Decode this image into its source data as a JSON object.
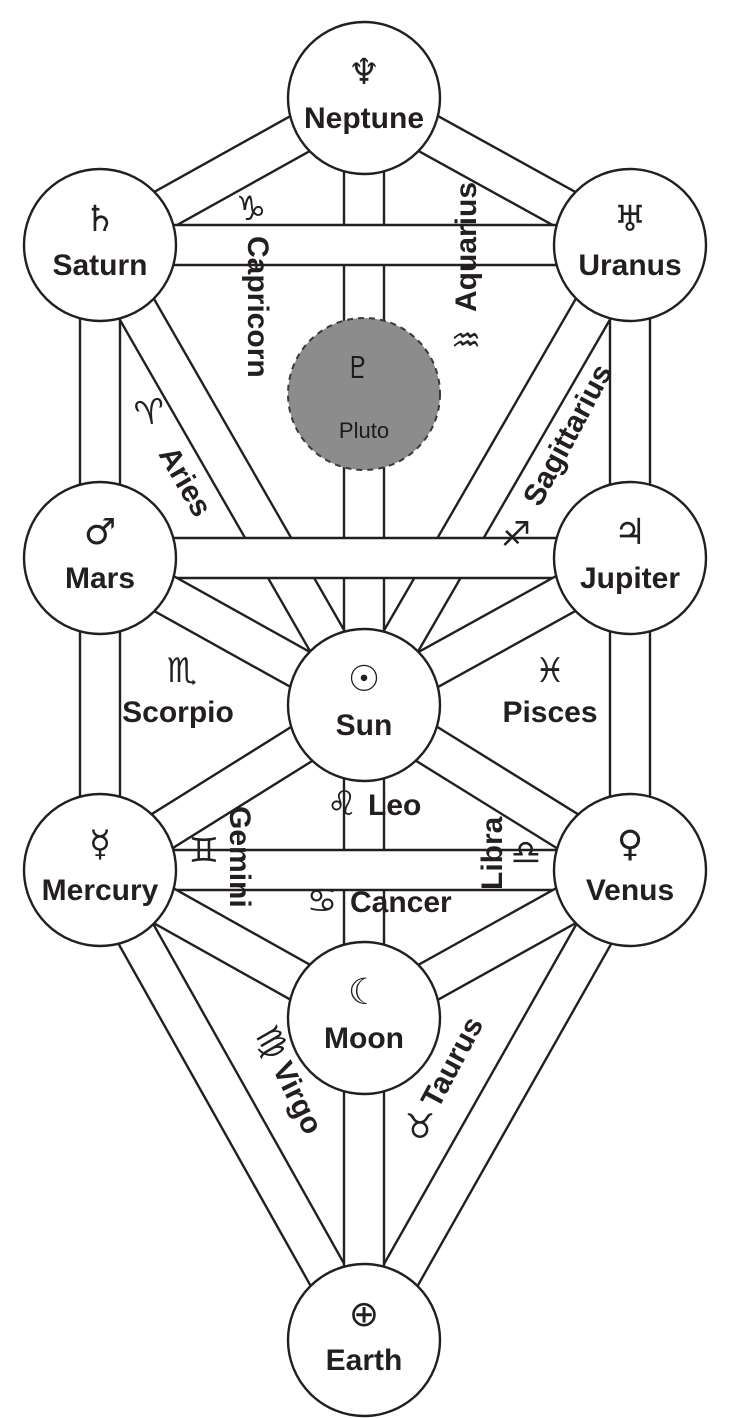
{
  "nodes": [
    {
      "id": "neptune",
      "name": "Neptune",
      "glyph": "♆"
    },
    {
      "id": "saturn",
      "name": "Saturn",
      "glyph": "♄"
    },
    {
      "id": "uranus",
      "name": "Uranus",
      "glyph": "♅"
    },
    {
      "id": "mars",
      "name": "Mars",
      "glyph": "♂"
    },
    {
      "id": "jupiter",
      "name": "Jupiter",
      "glyph": "♃"
    },
    {
      "id": "sun",
      "name": "Sun",
      "glyph": "☉"
    },
    {
      "id": "mercury",
      "name": "Mercury",
      "glyph": "☿"
    },
    {
      "id": "venus",
      "name": "Venus",
      "glyph": "♀"
    },
    {
      "id": "moon",
      "name": "Moon",
      "glyph": "☾"
    },
    {
      "id": "earth",
      "name": "Earth",
      "glyph": "⊕"
    }
  ],
  "pluto": {
    "name": "Pluto",
    "glyph": "♇",
    "fill_color": "#8c8c8c"
  },
  "paths": [
    {
      "from": "neptune",
      "to": "saturn"
    },
    {
      "from": "neptune",
      "to": "uranus"
    },
    {
      "from": "neptune",
      "to": "sun"
    },
    {
      "from": "saturn",
      "to": "uranus"
    },
    {
      "from": "saturn",
      "to": "mars"
    },
    {
      "from": "saturn",
      "to": "sun"
    },
    {
      "from": "uranus",
      "to": "jupiter"
    },
    {
      "from": "uranus",
      "to": "sun"
    },
    {
      "from": "mars",
      "to": "jupiter"
    },
    {
      "from": "mars",
      "to": "mercury"
    },
    {
      "from": "mars",
      "to": "sun"
    },
    {
      "from": "jupiter",
      "to": "venus"
    },
    {
      "from": "jupiter",
      "to": "sun"
    },
    {
      "from": "sun",
      "to": "mercury"
    },
    {
      "from": "sun",
      "to": "venus"
    },
    {
      "from": "sun",
      "to": "moon"
    },
    {
      "from": "mercury",
      "to": "venus"
    },
    {
      "from": "mercury",
      "to": "moon"
    },
    {
      "from": "mercury",
      "to": "earth"
    },
    {
      "from": "venus",
      "to": "moon"
    },
    {
      "from": "venus",
      "to": "earth"
    },
    {
      "from": "moon",
      "to": "earth"
    }
  ],
  "signs": {
    "capricorn": {
      "name": "Capricorn",
      "glyph": "♑"
    },
    "aquarius": {
      "name": "Aquarius",
      "glyph": "♒"
    },
    "aries": {
      "name": "Aries",
      "glyph": "♈"
    },
    "sagittarius": {
      "name": "Sagittarius",
      "glyph": "♐"
    },
    "scorpio": {
      "name": "Scorpio",
      "glyph": "♏"
    },
    "pisces": {
      "name": "Pisces",
      "glyph": "♓"
    },
    "leo": {
      "name": "Leo",
      "glyph": "♌"
    },
    "gemini": {
      "name": "Gemini",
      "glyph": "♊"
    },
    "libra": {
      "name": "Libra",
      "glyph": "♎"
    },
    "cancer": {
      "name": "Cancer",
      "glyph": "♋"
    },
    "virgo": {
      "name": "Virgo",
      "glyph": "♍"
    },
    "taurus": {
      "name": "Taurus",
      "glyph": "♉"
    }
  },
  "colors": {
    "line": "#231f20",
    "background": "#ffffff",
    "pluto": "#8c8c8c"
  }
}
